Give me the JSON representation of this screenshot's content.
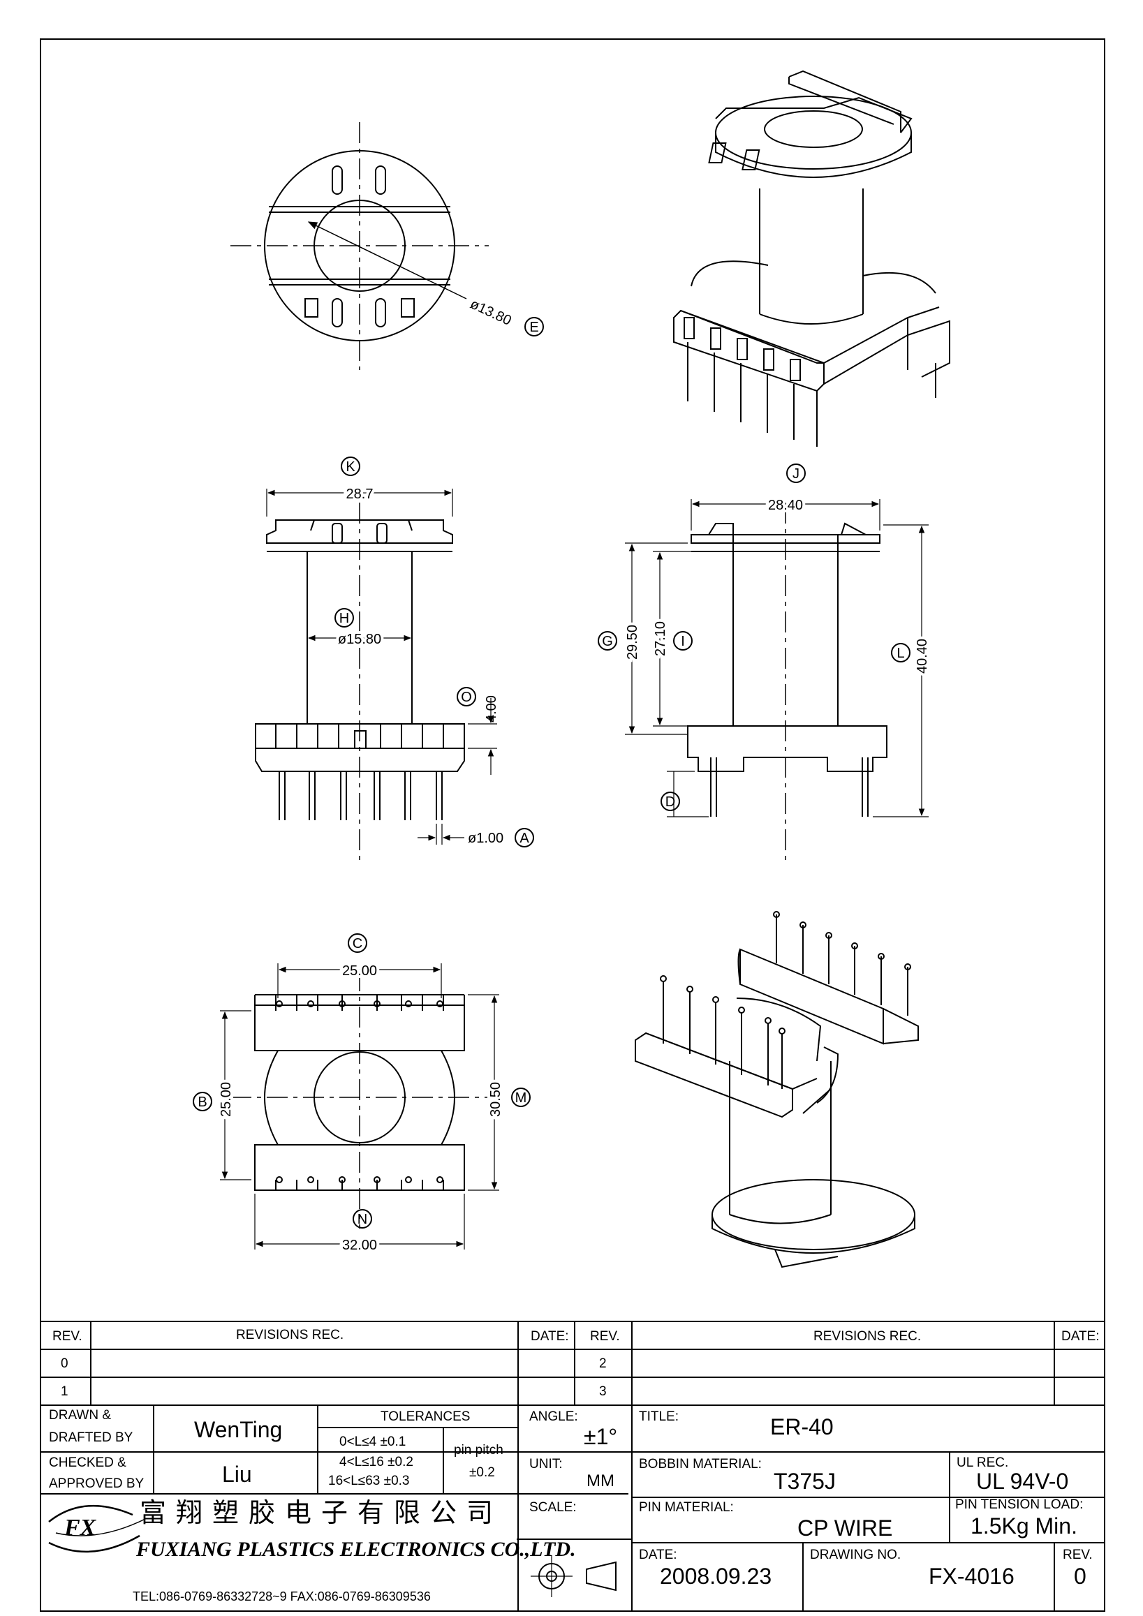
{
  "dimensions": {
    "top_view_dia": "ø13.80",
    "front_width": "28.7",
    "front_core_dia": "ø15.80",
    "front_base_h": "4.00",
    "pin_dia": "ø1.00",
    "side_width": "28.40",
    "side_g": "29.50",
    "side_i": "27.10",
    "side_l": "40.40",
    "bottom_c": "25.00",
    "bottom_b": "25.00",
    "bottom_m": "30.50",
    "bottom_n": "32.00"
  },
  "callouts": {
    "a": "A",
    "b": "B",
    "c": "C",
    "d": "D",
    "e": "E",
    "g": "G",
    "h": "H",
    "i": "I",
    "j": "J",
    "k": "K",
    "l": "L",
    "m": "M",
    "n": "N",
    "o": "O"
  },
  "title_block": {
    "rev_header": "REV.",
    "revisions_header": "REVISIONS    REC.",
    "date_header": "DATE:",
    "rev_rows_left": [
      "0",
      "1"
    ],
    "rev_rows_right": [
      "2",
      "3"
    ],
    "drawn_label": "DRAWN &",
    "drafted_label": "DRAFTED BY",
    "drawn_by": "WenTing",
    "checked_label": "CHECKED &",
    "approved_label": "APPROVED BY",
    "approved_by": "Liu",
    "tolerances_label": "TOLERANCES",
    "tol_1": "0<L≤4    ±0.1",
    "tol_2": "4<L≤16  ±0.2",
    "tol_3": "16<L≤63  ±0.3",
    "pin_pitch_label": "pin pitch",
    "pin_pitch_tol": "±0.2",
    "angle_label": "ANGLE:",
    "angle_value": "±1°",
    "unit_label": "UNIT:",
    "unit_value": "MM",
    "scale_label": "SCALE:",
    "title_label": "TITLE:",
    "title_value": "ER-40",
    "bobbin_material_label": "BOBBIN MATERIAL:",
    "bobbin_material_value": "T375J",
    "ul_label": "UL REC.",
    "ul_value": "UL 94V-0",
    "pin_material_label": "PIN MATERIAL:",
    "pin_material_value": "CP WIRE",
    "pin_tension_label": "PIN TENSION LOAD:",
    "pin_tension_value": "1.5Kg Min.",
    "date_label": "DATE:",
    "date_value": "2008.09.23",
    "drawing_no_label": "DRAWING NO.",
    "drawing_no_value": "FX-4016",
    "rev_label": "REV.",
    "rev_value": "0",
    "company_cn": "富翔塑胶电子有限公司",
    "company_en": "FUXIANG PLASTICS ELECTRONICS CO.,LTD.",
    "company_tel": "TEL:086-0769-86332728~9   FAX:086-0769-86309536",
    "logo_text": "FX"
  }
}
